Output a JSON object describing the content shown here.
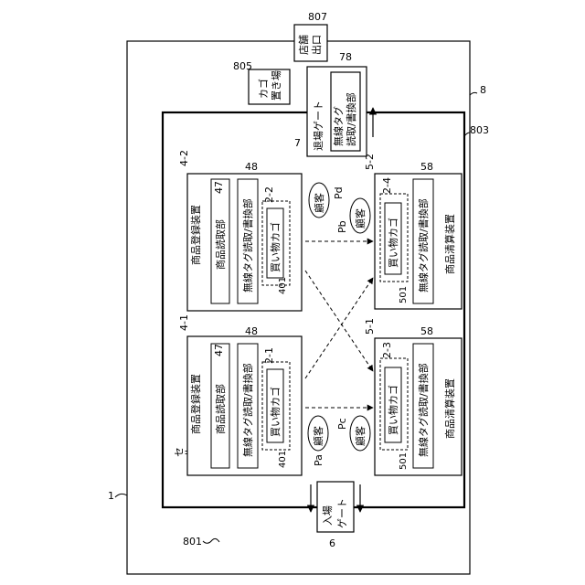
{
  "labels": {
    "ref_system": "1",
    "ref_store": "8",
    "ref_floor": "801",
    "ref_self_area": "803",
    "ref_basket_area": "805",
    "ref_exit_shop": "807",
    "self_register_area": "セルフレジエリア",
    "entry_gate": "入場ゲート",
    "ref_entry_gate": "6",
    "exit_gate": "退場ゲート",
    "ref_exit_gate": "7",
    "exit_rfid": "無線タグ読取/書換部",
    "ref_exit_rfid": "78",
    "basket_place": "カゴ置き場",
    "store_exit": "店舗出口",
    "reg1": {
      "ref": "4-1",
      "name": "商品登録装置",
      "reader": "商品読取部",
      "ref_reader": "47",
      "rfid": "無線タグ読取/書換部",
      "ref_rfid": "48",
      "basket": "買い物カゴ",
      "ref_basket": "2-1",
      "ref_frame": "401"
    },
    "reg2": {
      "ref": "4-2",
      "name": "商品登録装置",
      "reader": "商品読取部",
      "ref_reader": "47",
      "rfid": "無線タグ読取/書換部",
      "ref_rfid": "48",
      "basket": "買い物カゴ",
      "ref_basket": "2-2",
      "ref_frame": "401"
    },
    "pay1": {
      "ref": "5-1",
      "name": "商品清算装置",
      "rfid": "無線タグ読取/書換部",
      "ref_rfid": "58",
      "basket": "買い物カゴ",
      "ref_basket": "2-3",
      "ref_frame": "501"
    },
    "pay2": {
      "ref": "5-2",
      "name": "商品清算装置",
      "rfid": "無線タグ読取/書換部",
      "ref_rfid": "58",
      "basket": "買い物カゴ",
      "ref_basket": "2-4",
      "ref_frame": "501"
    },
    "customer": "顧客",
    "pa": "Pa",
    "pb": "Pb",
    "pc": "Pc",
    "pd": "Pd"
  }
}
